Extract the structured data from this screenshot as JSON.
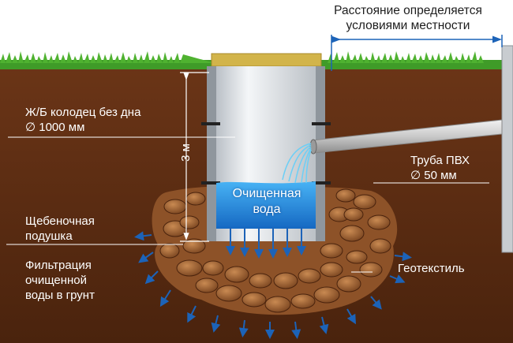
{
  "top_note": {
    "line1": "Расстояние определяется",
    "line2": "условиями местности"
  },
  "well_label": {
    "line1": "Ж/Б колодец без дна",
    "line2": "∅ 1000 мм"
  },
  "depth_label": "3 м",
  "pipe_label": {
    "line1": "Труба ПВХ",
    "line2": "∅ 50 мм"
  },
  "water_label": {
    "line1": "Очищенная",
    "line2": "вода"
  },
  "gravel_label": {
    "line1": "Щебеночная",
    "line2": "подушка"
  },
  "filtration_label": {
    "line1": "Фильтрация",
    "line2": "очищенной",
    "line3": "воды в грунт"
  },
  "geotextile_label": "Геотекстиль",
  "colors": {
    "soil": "#5a2c12",
    "grass": "#3f9b28",
    "water": "#2a8fe0",
    "arrow": "#1c63b8",
    "concrete": "#c9ccd0"
  }
}
